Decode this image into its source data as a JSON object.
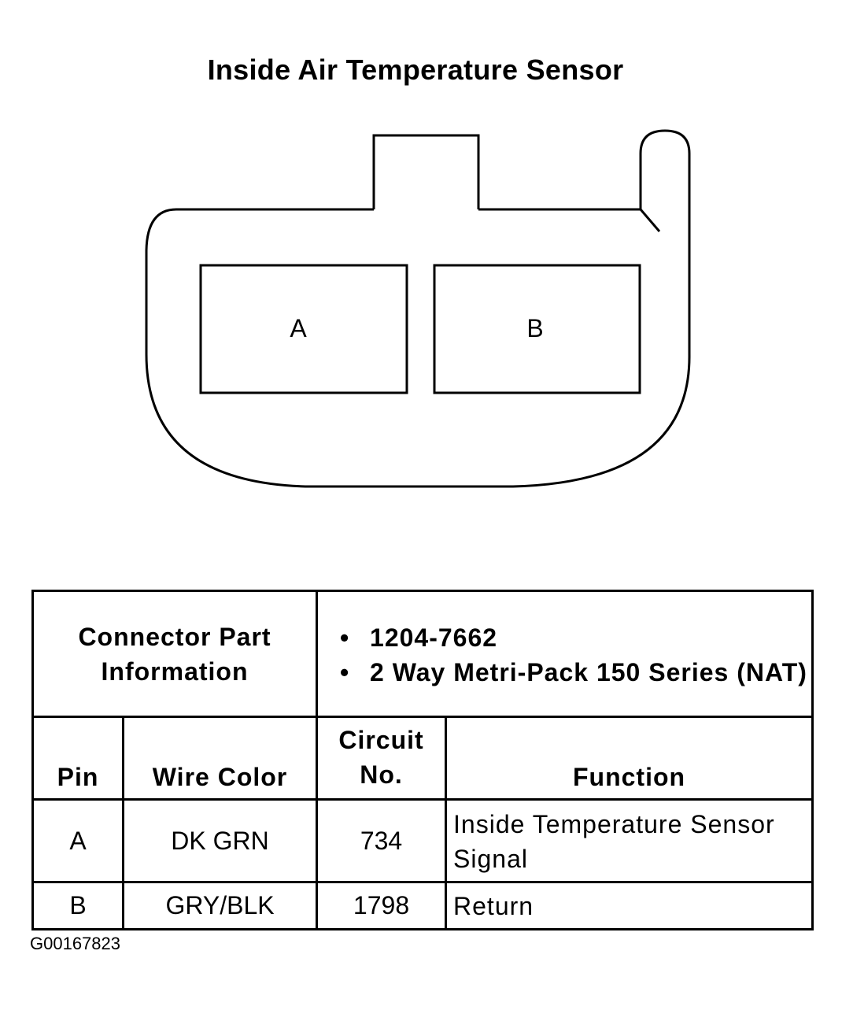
{
  "title": "Inside Air Temperature Sensor",
  "connector": {
    "pin_a_label": "A",
    "pin_b_label": "B"
  },
  "table": {
    "part_info_label": "Connector Part Information",
    "part_info_items": [
      "1204-7662",
      "2 Way Metri-Pack 150 Series (NAT)"
    ],
    "headers": {
      "pin": "Pin",
      "wire_color": "Wire Color",
      "circuit": "Circuit No.",
      "function": "Function"
    },
    "rows": [
      {
        "pin": "A",
        "wire_color": "DK GRN",
        "circuit": "734",
        "function": "Inside Temperature Sensor Signal"
      },
      {
        "pin": "B",
        "wire_color": "GRY/BLK",
        "circuit": "1798",
        "function": "Return"
      }
    ]
  },
  "figure_id": "G00167823"
}
